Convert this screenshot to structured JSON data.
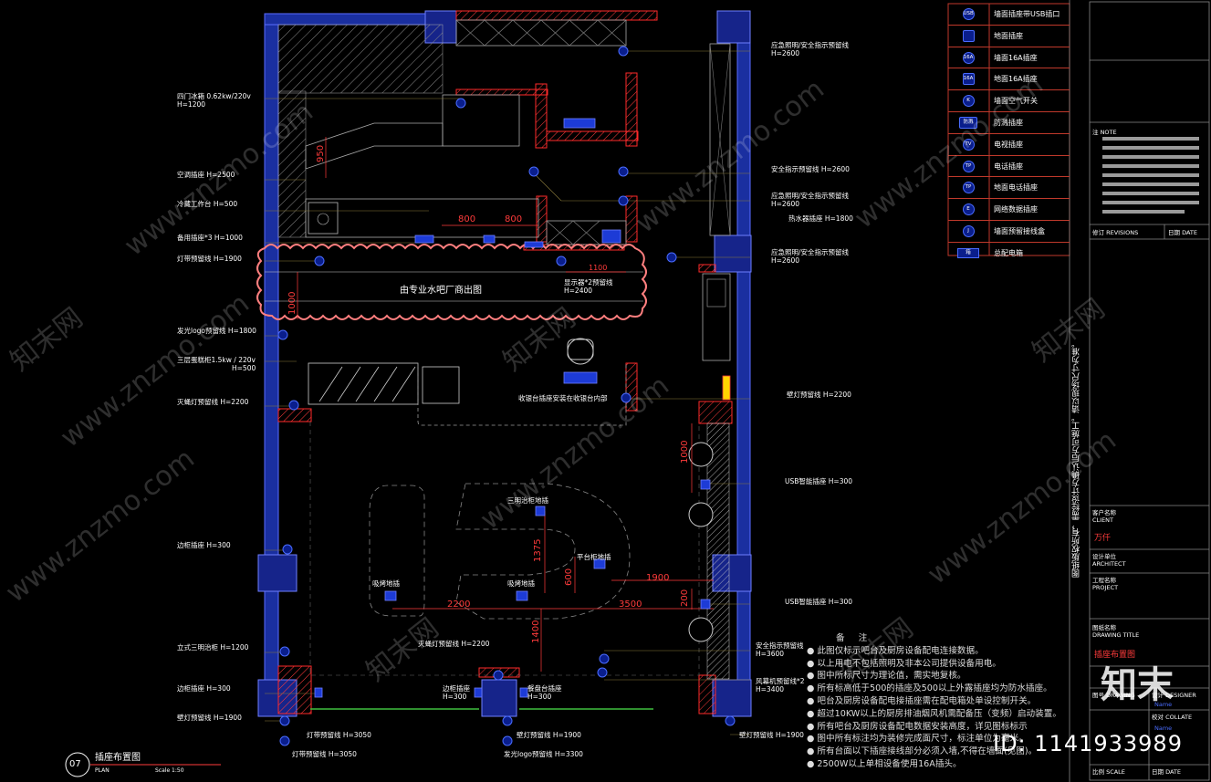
{
  "drawing": {
    "number": "07",
    "title": "插座布置图",
    "plan_label": "PLAN",
    "scale_label": "Scale 1:50",
    "bar_cloud_text": "由专业水吧厂商出图",
    "cashier_note": "收银台插座安装在收银台内部"
  },
  "callouts_left": [
    {
      "text": "四门冰箱 0.62kw/220v",
      "sub": "H=1200"
    },
    {
      "text": "空调插座  H=2500",
      "sub": ""
    },
    {
      "text": "冷藏工作台  H=500",
      "sub": ""
    },
    {
      "text": "备用插座*3  H=1000",
      "sub": ""
    },
    {
      "text": "灯带预留线  H=1900",
      "sub": ""
    },
    {
      "text": "发光logo预留线  H=1800",
      "sub": ""
    },
    {
      "text": "三层蛋糕柜1.5kw / 220v",
      "sub": "H=500"
    },
    {
      "text": "灭蝇灯预留线  H=2200",
      "sub": ""
    },
    {
      "text": "边柜插座  H=300",
      "sub": ""
    },
    {
      "text": "立式三明治柜  H=1200",
      "sub": ""
    },
    {
      "text": "边柜插座  H=300",
      "sub": ""
    },
    {
      "text": "壁灯预留线  H=1900",
      "sub": ""
    }
  ],
  "callouts_right": [
    {
      "text": "应急照明/安全指示预留线",
      "sub": "H=2600"
    },
    {
      "text": "安全指示预留线  H=2600",
      "sub": ""
    },
    {
      "text": "应急照明/安全指示预留线",
      "sub": "H=2600"
    },
    {
      "text": "热水器插座  H=1800",
      "sub": ""
    },
    {
      "text": "应急照明/安全指示预留线",
      "sub": "H=2600"
    },
    {
      "text": "壁灯预留线  H=2200",
      "sub": ""
    },
    {
      "text": "USB智能插座  H=300",
      "sub": ""
    },
    {
      "text": "USB智能插座  H=300",
      "sub": ""
    },
    {
      "text": "安全指示预留线",
      "sub": "H=3600"
    },
    {
      "text": "风幕机预留线*2",
      "sub": "H=3400"
    },
    {
      "text": "壁灯预留线  H=1900",
      "sub": ""
    }
  ],
  "callouts_inner": [
    {
      "text": "显示器*2预留线",
      "sub": "H=2400"
    },
    {
      "text": "三明治柜地插",
      "sub": ""
    },
    {
      "text": "平台柜地插",
      "sub": ""
    },
    {
      "text": "吸烤地插",
      "sub": ""
    },
    {
      "text": "吸烤地插",
      "sub": ""
    },
    {
      "text": "灭蝇灯预留线  H=2200",
      "sub": ""
    },
    {
      "text": "边柜插座",
      "sub": "H=300"
    },
    {
      "text": "餐盘台插座",
      "sub": "H=300"
    }
  ],
  "callouts_bottom": [
    {
      "text": "灯带预留线  H=3050"
    },
    {
      "text": "灯带预留线  H=3050"
    },
    {
      "text": "壁灯预留线  H=1900"
    },
    {
      "text": "发光logo预留线  H=3300"
    }
  ],
  "dimensions": [
    "950",
    "800",
    "800",
    "1100",
    "1000",
    "1000",
    "1375",
    "600",
    "1900",
    "2200",
    "3500",
    "200",
    "1400"
  ],
  "legend": [
    {
      "symbol": "USB",
      "label": "墙面插座带USB插口"
    },
    {
      "symbol": "",
      "label": "地面插座"
    },
    {
      "symbol": "16A",
      "label": "墙面16A插座"
    },
    {
      "symbol": "16A",
      "label": "地面16A插座"
    },
    {
      "symbol": "K",
      "label": "墙面空气开关"
    },
    {
      "symbol": "防溅",
      "label": "防溅插座"
    },
    {
      "symbol": "TV",
      "label": "电视插座"
    },
    {
      "symbol": "TP",
      "label": "电话插座"
    },
    {
      "symbol": "TP",
      "label": "地面电话插座"
    },
    {
      "symbol": "E",
      "label": "网络数据插座"
    },
    {
      "symbol": "J",
      "label": "墙面预留接线盒"
    },
    {
      "symbol": "箱",
      "label": "总配电箱"
    }
  ],
  "notes": {
    "title": "备 注",
    "items": [
      "此图仅标示吧台及厨房设备配电连接数据。",
      "以上用电不包括照明及非本公司提供设备用电。",
      "图中所标尺寸为理论值，需实地复核。",
      "所有标高低于500的插座及500以上外露插座均为防水插座。",
      "吧台及厨房设备配电接插座需在配电箱处单设控制开关。",
      "超过10KW以上的厨房排油烟风机需配备压（变频）启动装置。",
      "所有吧台及厨房设备配电数据安装高度，详见图标标示",
      "图中所有标注均为装修完成面尺寸，标注单位为毫米。",
      "所有台面以下插座接线部分必须入墙,不得在墙面(见图)。",
      "2500W以上单相设备使用16A插头。"
    ]
  },
  "title_block": {
    "note_label": "注 NOTE",
    "revisions_label": "修订 REVISIONS",
    "date_label": "日期 DATE",
    "client_label": "客户名称",
    "client_en": "CLIENT",
    "client_value": "万仟",
    "architect_label": "设计单位",
    "architect_en": "ARCHITECT",
    "project_label": "工程名称",
    "project_en": "PROJECT",
    "drawing_title_label": "图纸名称",
    "drawing_title_en": "DRAWING TITLE",
    "drawing_title_value": "插座布置图",
    "drawing_no_label": "图号 DRAWING",
    "designer_label": "设计 DESIGNER",
    "name_placeholder": "Name",
    "collate_label": "校对 COLLATE",
    "scale_label": "比例 SCALE",
    "date2_label": "日期 DATE",
    "vertical_note": "图纸版权所有，需经设计方确认后方可施工。请以现场尺寸为准。"
  },
  "watermarks": {
    "site": "www.znzmo.com",
    "brand_cn": "知末网",
    "id_text": "ID: 1141933989",
    "brand_logo": "知末"
  },
  "colors": {
    "wall_blue": "#1a2fa0",
    "outline_red": "#ff2a2a",
    "callout_orange": "#e8a317",
    "cloud_pink": "#ff7f7f",
    "socket_blue": "#1d3bd6"
  }
}
